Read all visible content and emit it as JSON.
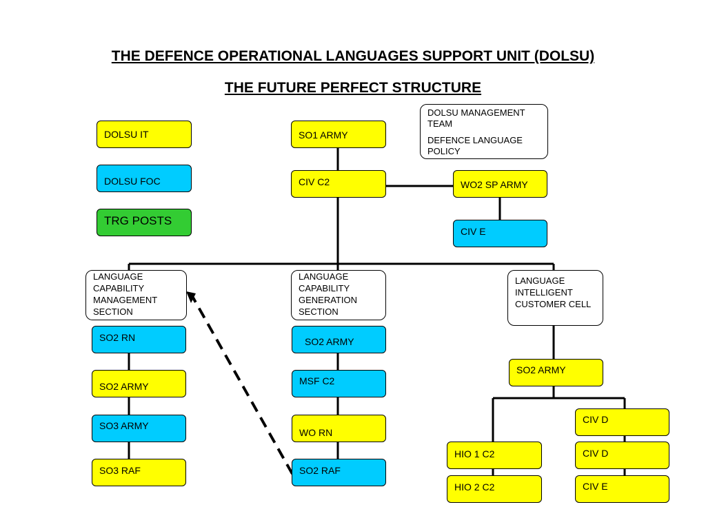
{
  "title": "THE DEFENCE OPERATIONAL LANGUAGES SUPPORT UNIT (DOLSU)",
  "subtitle": "THE FUTURE PERFECT STRUCTURE",
  "legend": {
    "it": "DOLSU IT",
    "foc": "DOLSU FOC",
    "trg": "TRG POSTS"
  },
  "management_note": {
    "line1": "DOLSU MANAGEMENT TEAM",
    "line2": "DEFENCE LANGUAGE POLICY"
  },
  "top": {
    "so1": "SO1 ARMY",
    "civ_c2": "CIV C2",
    "wo2": "WO2 SP ARMY",
    "civ_e": "CIV E"
  },
  "sections": {
    "lcm": {
      "header": "LANGUAGE CAPABILITY MANAGEMENT SECTION",
      "posts": [
        "SO2 RN",
        "SO2 ARMY",
        "SO3 ARMY",
        "SO3 RAF"
      ]
    },
    "lcg": {
      "header": "LANGUAGE CAPABILITY GENERATION SECTION",
      "posts": [
        "SO2 ARMY",
        "MSF C2",
        "WO RN",
        "SO2 RAF"
      ]
    },
    "licc": {
      "header": "LANGUAGE INTELLIGENT CUSTOMER CELL",
      "lead": "SO2 ARMY",
      "left_posts": [
        "HIO 1 C2",
        "HIO 2 C2"
      ],
      "right_posts": [
        "CIV D",
        "CIV D",
        "CIV E"
      ]
    }
  },
  "colors": {
    "yellow": "#ffff00",
    "blue": "#00ccff",
    "green": "#33cc33"
  }
}
